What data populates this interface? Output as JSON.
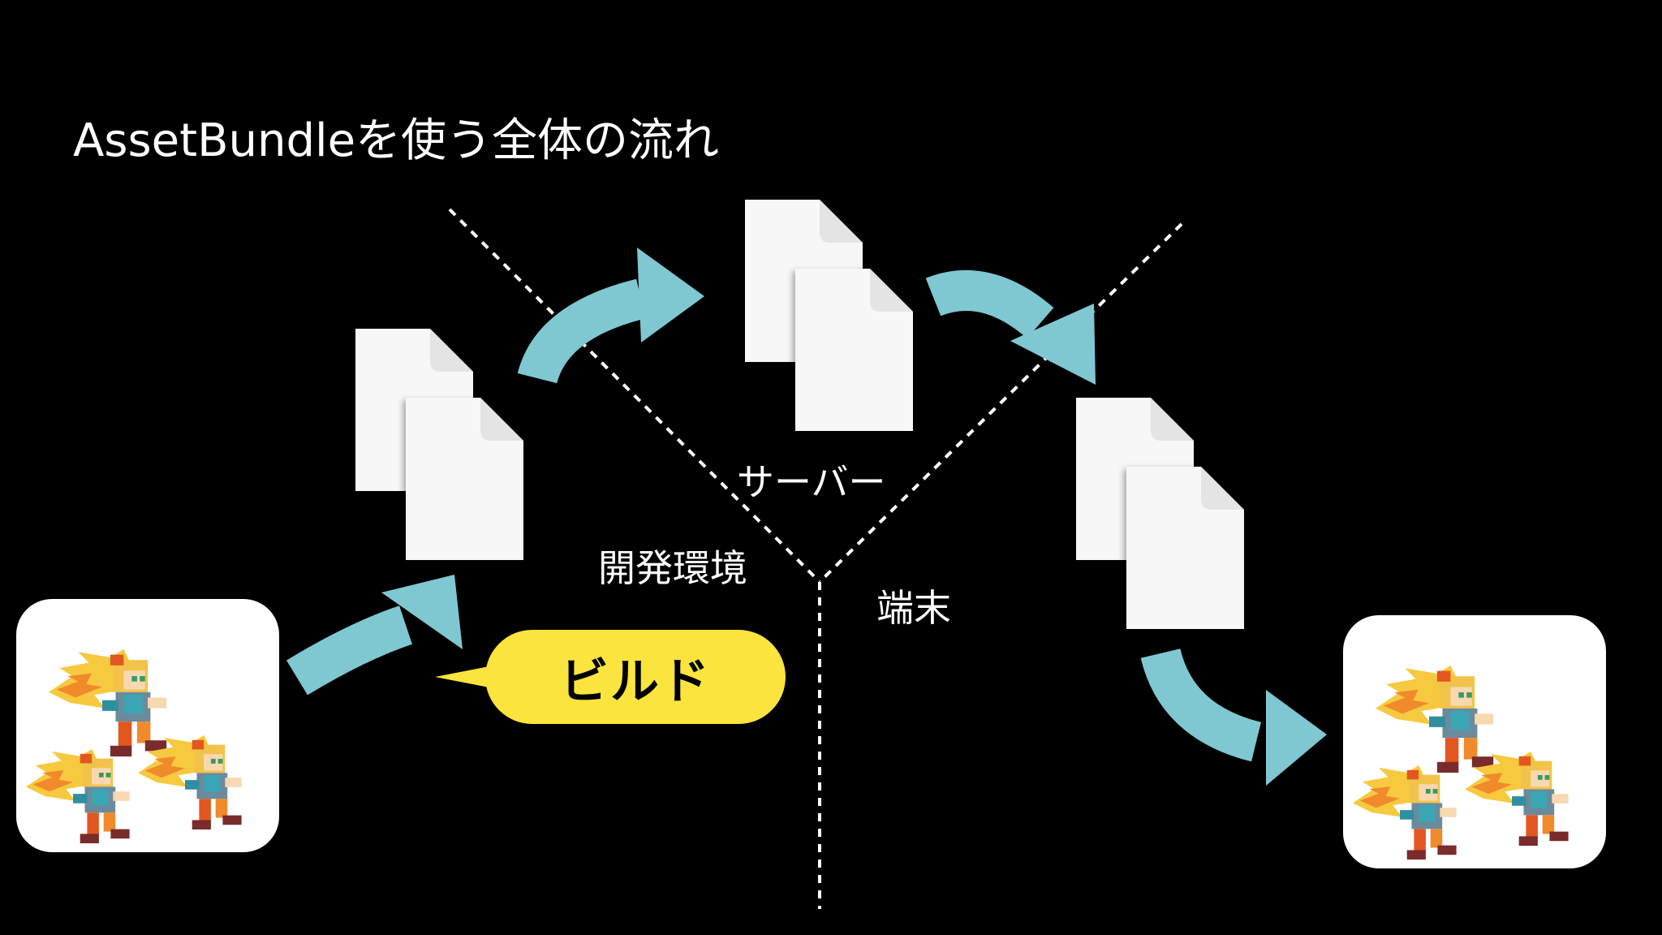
{
  "slide": {
    "title": "AssetBundleを使う全体の流れ",
    "background": "#000000"
  },
  "zones": {
    "server": "サーバー",
    "dev_environment": "開発環境",
    "device": "端末"
  },
  "callout": {
    "label": "ビルド",
    "color": "#fbe43d"
  },
  "colors": {
    "arrow": "#7fc8d2",
    "file": "#f7f7f7",
    "divider": "#ffffff"
  },
  "icons": {
    "source_asset": "sprite-characters-icon",
    "bundle_files": "document-pair-icon",
    "arrows": "curved-arrow-icon",
    "loaded_asset": "sprite-characters-icon"
  }
}
